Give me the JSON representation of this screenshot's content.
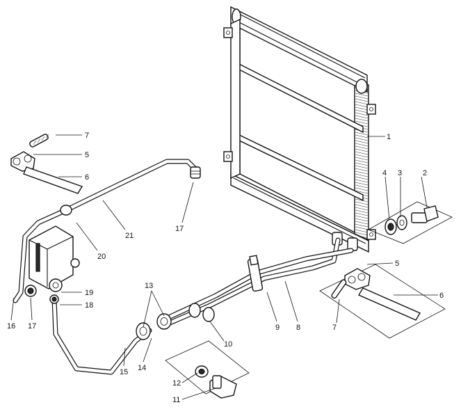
{
  "callouts": [
    {
      "id": "c1",
      "label": "1"
    },
    {
      "id": "c2",
      "label": "2"
    },
    {
      "id": "c3",
      "label": "3"
    },
    {
      "id": "c4",
      "label": "4"
    },
    {
      "id": "c5a",
      "label": "5"
    },
    {
      "id": "c5b",
      "label": "5"
    },
    {
      "id": "c6a",
      "label": "6"
    },
    {
      "id": "c6b",
      "label": "6"
    },
    {
      "id": "c7a",
      "label": "7"
    },
    {
      "id": "c7b",
      "label": "7"
    },
    {
      "id": "c8",
      "label": "8"
    },
    {
      "id": "c9",
      "label": "9"
    },
    {
      "id": "c10",
      "label": "10"
    },
    {
      "id": "c11",
      "label": "11"
    },
    {
      "id": "c12",
      "label": "12"
    },
    {
      "id": "c13",
      "label": "13"
    },
    {
      "id": "c14",
      "label": "14"
    },
    {
      "id": "c15",
      "label": "15"
    },
    {
      "id": "c16",
      "label": "16"
    },
    {
      "id": "c17a",
      "label": "17"
    },
    {
      "id": "c17b",
      "label": "17"
    },
    {
      "id": "c18",
      "label": "18"
    },
    {
      "id": "c19",
      "label": "19"
    },
    {
      "id": "c20",
      "label": "20"
    },
    {
      "id": "c21",
      "label": "21"
    }
  ]
}
